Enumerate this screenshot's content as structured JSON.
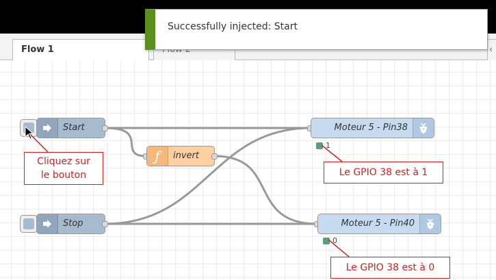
{
  "tabs": [
    {
      "label": "Flow 1",
      "active": true
    },
    {
      "label": "Flow 2",
      "active": false
    }
  ],
  "tab_scroll_glyph": "‹",
  "notification": {
    "message": "Successfully injected: Start",
    "accent": "#5a8e1f"
  },
  "nodes": {
    "start": {
      "label": "Start",
      "icon": "arrow-right-icon",
      "color": "#a6bbcf"
    },
    "stop": {
      "label": "Stop",
      "icon": "arrow-right-icon",
      "color": "#a6bbcf"
    },
    "invert": {
      "label": "invert",
      "icon": "function-icon",
      "glyph": "ƒ",
      "color": "#fdd0a2"
    },
    "pin38": {
      "label": "Moteur 5 - Pin38",
      "icon": "raspberry-pi-icon",
      "color": "#c6dbef",
      "status": "1"
    },
    "pin40": {
      "label": "Moteur 5 - Pin40",
      "icon": "raspberry-pi-icon",
      "color": "#c6dbef",
      "status": "0"
    }
  },
  "annotations": {
    "click": {
      "line1": "Cliquez sur",
      "line2": "le bouton"
    },
    "gpio_high": "Le GPIO 38 est à 1",
    "gpio_low": "Le GPIO 38 est à 0",
    "color": "#cc2222"
  },
  "status_color": "#5a9e7e"
}
